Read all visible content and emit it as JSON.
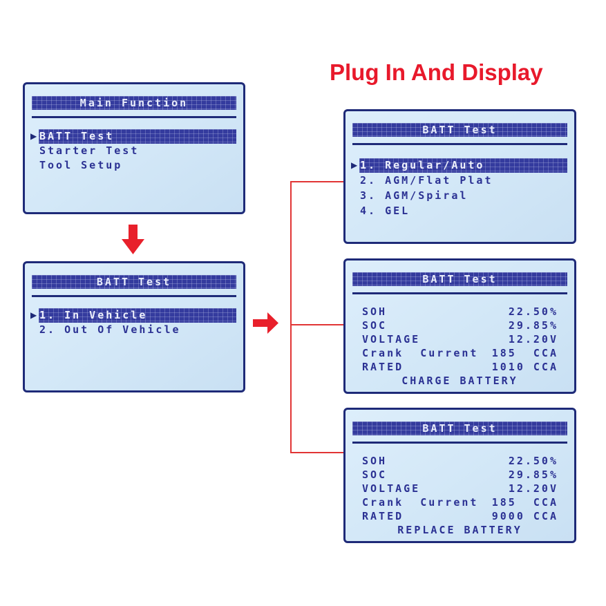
{
  "title": "Plug In And Display",
  "icons": {
    "selector": "▶",
    "down_arrow": "down-block-arrow",
    "right_arrow": "right-block-arrow"
  },
  "colors": {
    "accent_red": "#e8192b",
    "connector_red": "#e13434",
    "lcd_navy": "#343b9e",
    "text_navy": "#2b3193",
    "screen_bg": "#d2e7f7",
    "border_navy": "#1e2a78"
  },
  "screens": {
    "main_function": {
      "header": "Main Function",
      "items": [
        {
          "label": "BATT Test",
          "selected": true
        },
        {
          "label": "Starter Test",
          "selected": false
        },
        {
          "label": "Tool Setup",
          "selected": false
        }
      ]
    },
    "batt_mode": {
      "header": "BATT Test",
      "items": [
        {
          "label": "1. In Vehicle",
          "selected": true
        },
        {
          "label": "2. Out Of Vehicle",
          "selected": false
        }
      ]
    },
    "batt_type": {
      "header": "BATT Test",
      "items": [
        {
          "label": "1. Regular/Auto",
          "selected": true
        },
        {
          "label": "2. AGM/Flat Plat",
          "selected": false
        },
        {
          "label": "3. AGM/Spiral",
          "selected": false
        },
        {
          "label": "4. GEL",
          "selected": false
        }
      ]
    },
    "result_charge": {
      "header": "BATT Test",
      "rows": [
        {
          "label": "SOH",
          "value": "22.50%"
        },
        {
          "label": "SOC",
          "value": "29.85%"
        },
        {
          "label": "VOLTAGE",
          "value": "12.20V"
        },
        {
          "label": "Crank  Current",
          "value": "185  CCA"
        },
        {
          "label": "RATED",
          "value": "1010 CCA"
        }
      ],
      "footer": "CHARGE BATTERY"
    },
    "result_replace": {
      "header": "BATT Test",
      "rows": [
        {
          "label": "SOH",
          "value": "22.50%"
        },
        {
          "label": "SOC",
          "value": "29.85%"
        },
        {
          "label": "VOLTAGE",
          "value": "12.20V"
        },
        {
          "label": "Crank  Current",
          "value": "185  CCA"
        },
        {
          "label": "RATED",
          "value": "9000 CCA"
        }
      ],
      "footer": "REPLACE BATTERY"
    }
  }
}
